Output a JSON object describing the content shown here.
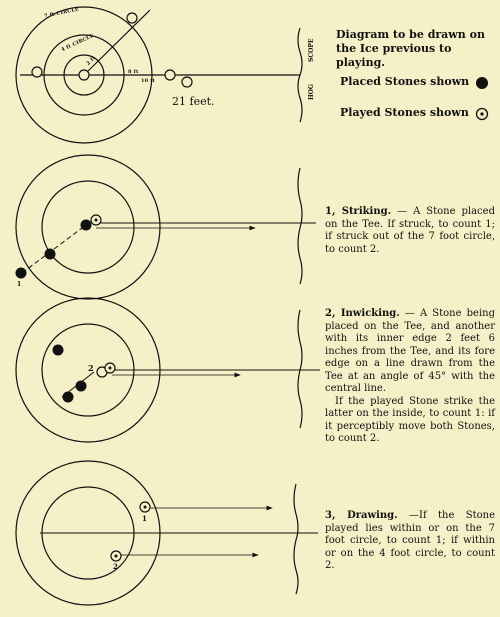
{
  "header": {
    "title": "Diagram to be drawn on the Ice previous to playing."
  },
  "legend": {
    "placed": "Placed Stones shown",
    "played": "Played Stones shown"
  },
  "top_diagram": {
    "distance_label": "21 feet.",
    "circle_labels": [
      "7 ft CIRCLE",
      "4 ft CIRCLE",
      "2 ft",
      "10 ft",
      "8 ft"
    ],
    "line_labels": [
      "SCOPE",
      "HOG"
    ]
  },
  "sections": [
    {
      "heading": "1, Striking.",
      "text": "— A Stone placed on the Tee. If struck, to count 1; if struck out of the 7 foot circle, to count 2.",
      "marker": "1"
    },
    {
      "heading": "2, Inwicking.",
      "text": "— A Stone being placed on the Tee, and another with its inner edge 2 feet 6 inches from the Tee, and its fore edge on a line drawn from the Tee at an angle of 45° with the central line.",
      "text2": "If the played Stone strike the latter on the inside, to count 1: if it perceptibly move both Stones, to count 2.",
      "marker": "2"
    },
    {
      "heading": "3, Drawing.",
      "text": "—If the Stone played lies within or on the 7 foot circle, to count 1; if within or on the 4 foot circle, to count 2.",
      "markers": [
        "1",
        "2"
      ]
    }
  ]
}
